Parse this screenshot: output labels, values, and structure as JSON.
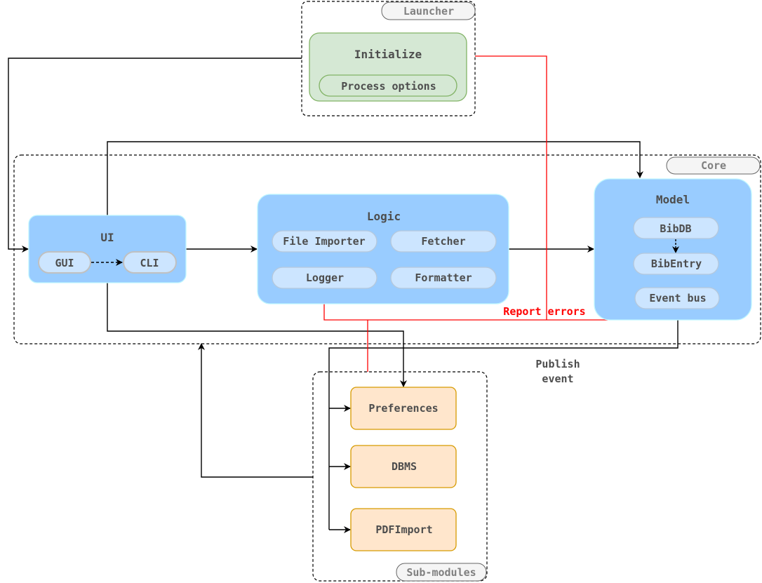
{
  "diagram": {
    "groups": {
      "launcher": {
        "label": "Launcher"
      },
      "core": {
        "label": "Core"
      },
      "submodules": {
        "label": "Sub-modules"
      }
    },
    "nodes": {
      "initialize": {
        "label": "Initialize",
        "children": [
          "Process options"
        ]
      },
      "ui": {
        "label": "UI",
        "children": [
          "GUI",
          "CLI"
        ]
      },
      "logic": {
        "label": "Logic",
        "children": [
          "File Importer",
          "Fetcher",
          "Logger",
          "Formatter"
        ]
      },
      "model": {
        "label": "Model",
        "children": [
          "BibDB",
          "BibEntry",
          "Event bus"
        ]
      },
      "preferences": {
        "label": "Preferences"
      },
      "dbms": {
        "label": "DBMS"
      },
      "pdfimport": {
        "label": "PDFImport"
      }
    },
    "edge_labels": {
      "report_errors": "Report errors",
      "publish_event_line1": "Publish",
      "publish_event_line2": "event"
    },
    "colors": {
      "core_fill": "#99ccff",
      "core_stroke": "#bff6ff",
      "pill_fill": "#cce5ff",
      "pill_stroke": "#c0c0c0",
      "launcher_fill": "#d5e8d4",
      "launcher_stroke": "#82b366",
      "sub_fill": "#ffe6cc",
      "sub_stroke": "#d79b00",
      "error": "#ff0000",
      "text": "#4d4d4d",
      "group_label_text": "#808080"
    }
  }
}
